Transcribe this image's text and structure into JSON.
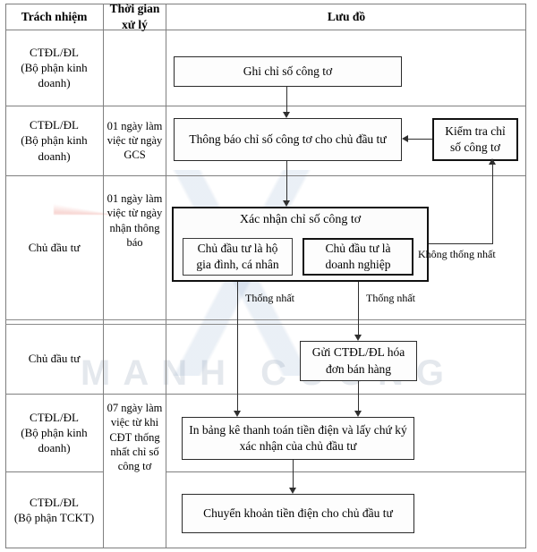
{
  "table": {
    "headers": {
      "responsibility": "Trách nhiệm",
      "processing_time": "Thời gian xử lý",
      "flowchart": "Lưu đồ"
    },
    "rows": [
      {
        "responsibility": "CTĐL/ĐL\n(Bộ phận kinh doanh)",
        "time": ""
      },
      {
        "responsibility": "CTĐL/ĐL\n(Bộ phận kinh doanh)",
        "time": "01 ngày làm việc từ ngày GCS"
      },
      {
        "responsibility": "Chủ đầu tư",
        "time": "01 ngày làm việc từ ngày nhận thông báo"
      },
      {
        "responsibility": "Chủ đầu tư",
        "time": ""
      },
      {
        "responsibility": "CTĐL/ĐL\n(Bộ phận kinh doanh)",
        "time": "07 ngày làm việc từ khi CĐT thống nhất chỉ số công tơ"
      },
      {
        "responsibility": "CTĐL/ĐL\n(Bộ phận TCKT)",
        "time": ""
      }
    ]
  },
  "flow": {
    "node_1": "Ghi chỉ số công tơ",
    "node_2": "Thông báo chỉ số công tơ cho chủ đầu tư",
    "node_check": "Kiểm tra chỉ số công tơ",
    "group_confirm": "Xác nhận chỉ số công tơ",
    "node_household": "Chủ đầu tư là hộ gia đình, cá nhân",
    "node_enterprise": "Chủ đầu tư là doanh nghiệp",
    "node_invoice": "Gửi CTĐL/ĐL hóa đơn bán hàng",
    "node_print": "In bảng kê thanh toán tiền điện và lấy chứ ký xác nhận của chủ đầu tư",
    "node_transfer": "Chuyển khoản tiền điện cho chủ đầu tư"
  },
  "labels": {
    "agree_left": "Thống nhất",
    "agree_right": "Thống nhất",
    "disagree": "Không thống nhất"
  },
  "watermark": {
    "text": "MANH CUONG"
  },
  "colors": {
    "grid": "#808080",
    "box_border": "#2b2b2b",
    "connector": "#2f2f2f",
    "background": "#ffffff"
  }
}
